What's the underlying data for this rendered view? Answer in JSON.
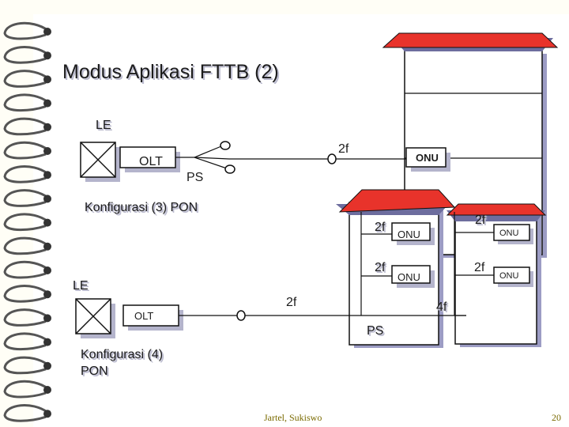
{
  "slide": {
    "title": "Modus Aplikasi FTTB (2)",
    "footer": "Jartel, Sukiswo",
    "page_number": "20"
  },
  "config3": {
    "le_label": "LE",
    "olt_label": "OLT",
    "ps_label": "PS",
    "fiber_label": "2f",
    "onu_label": "ONU",
    "caption": "Konfigurasi (3) PON"
  },
  "config4": {
    "le_label": "LE",
    "olt_label": "OLT",
    "ps_label": "PS",
    "trunk_fiber_label": "2f",
    "building_fiber_label": "4f",
    "left_building": [
      {
        "fiber": "2f",
        "onu": "ONU"
      },
      {
        "fiber": "2f",
        "onu": "ONU"
      }
    ],
    "right_building": [
      {
        "fiber": "2f",
        "onu": "ONU"
      },
      {
        "fiber": "2f",
        "onu": "ONU"
      }
    ],
    "caption_line1": "Konfigurasi (4)",
    "caption_line2": "PON"
  },
  "colors": {
    "roof_red": "#e8332b",
    "roof_shadow": "#6d6d9e",
    "box_shadow": "#b4b4cc"
  }
}
